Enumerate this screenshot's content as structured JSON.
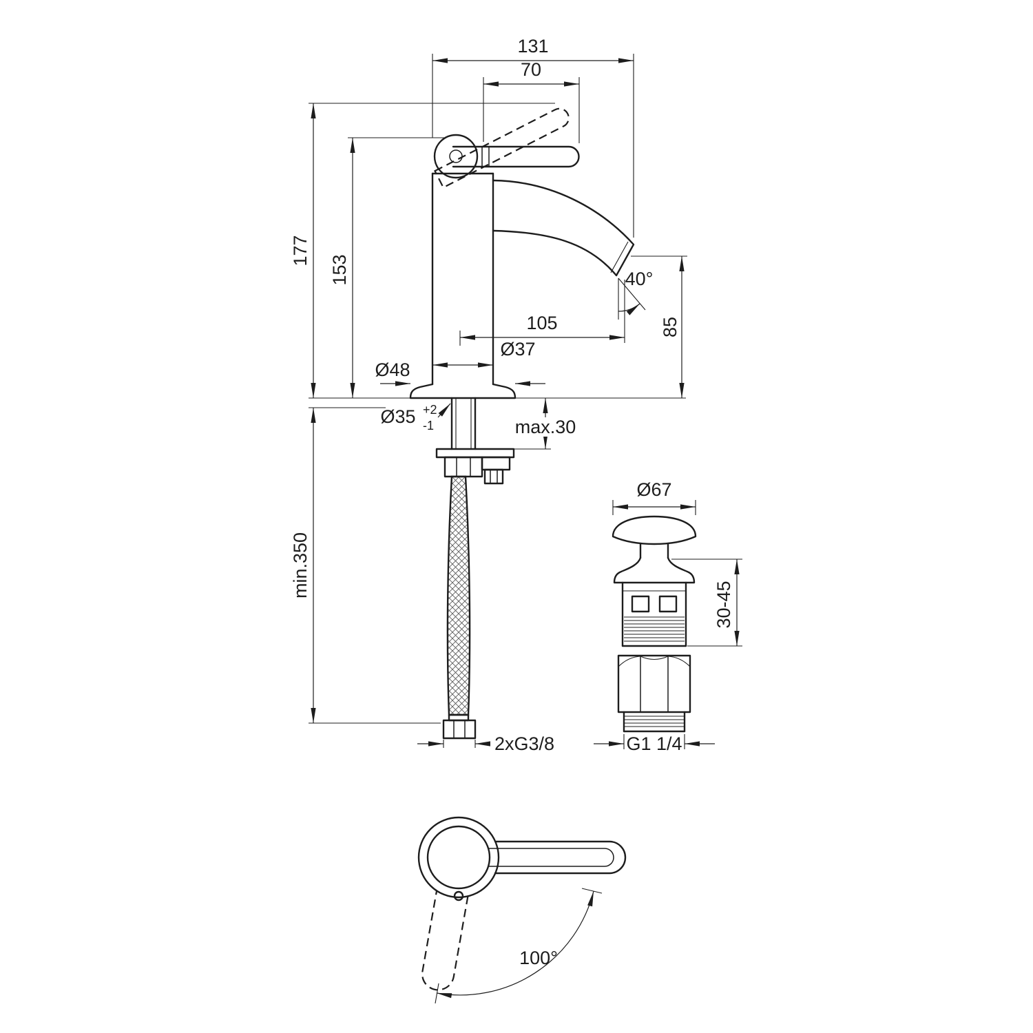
{
  "drawing": {
    "background": "#ffffff",
    "line_color": "#1d1d1d"
  },
  "main_view": {
    "dims": {
      "overall_width": "131",
      "handle_length": "70",
      "overall_height": "177",
      "body_height": "153",
      "spout_angle": "40°",
      "spout_reach": "105",
      "outlet_height": "85",
      "body_diameter": "Ø37",
      "base_diameter": "Ø48",
      "hole_diameter": "Ø35",
      "hole_tolerance_plus": "+2",
      "hole_tolerance_minus": "-1",
      "max_deck_thickness": "max.30",
      "min_hose_length": "min.350",
      "supply_connection": "2xG3/8"
    }
  },
  "waste_view": {
    "dims": {
      "cap_diameter": "Ø67",
      "clamp_range": "30-45",
      "thread": "G1 1/4"
    }
  },
  "top_view": {
    "dims": {
      "handle_swivel_angle": "100°"
    }
  }
}
